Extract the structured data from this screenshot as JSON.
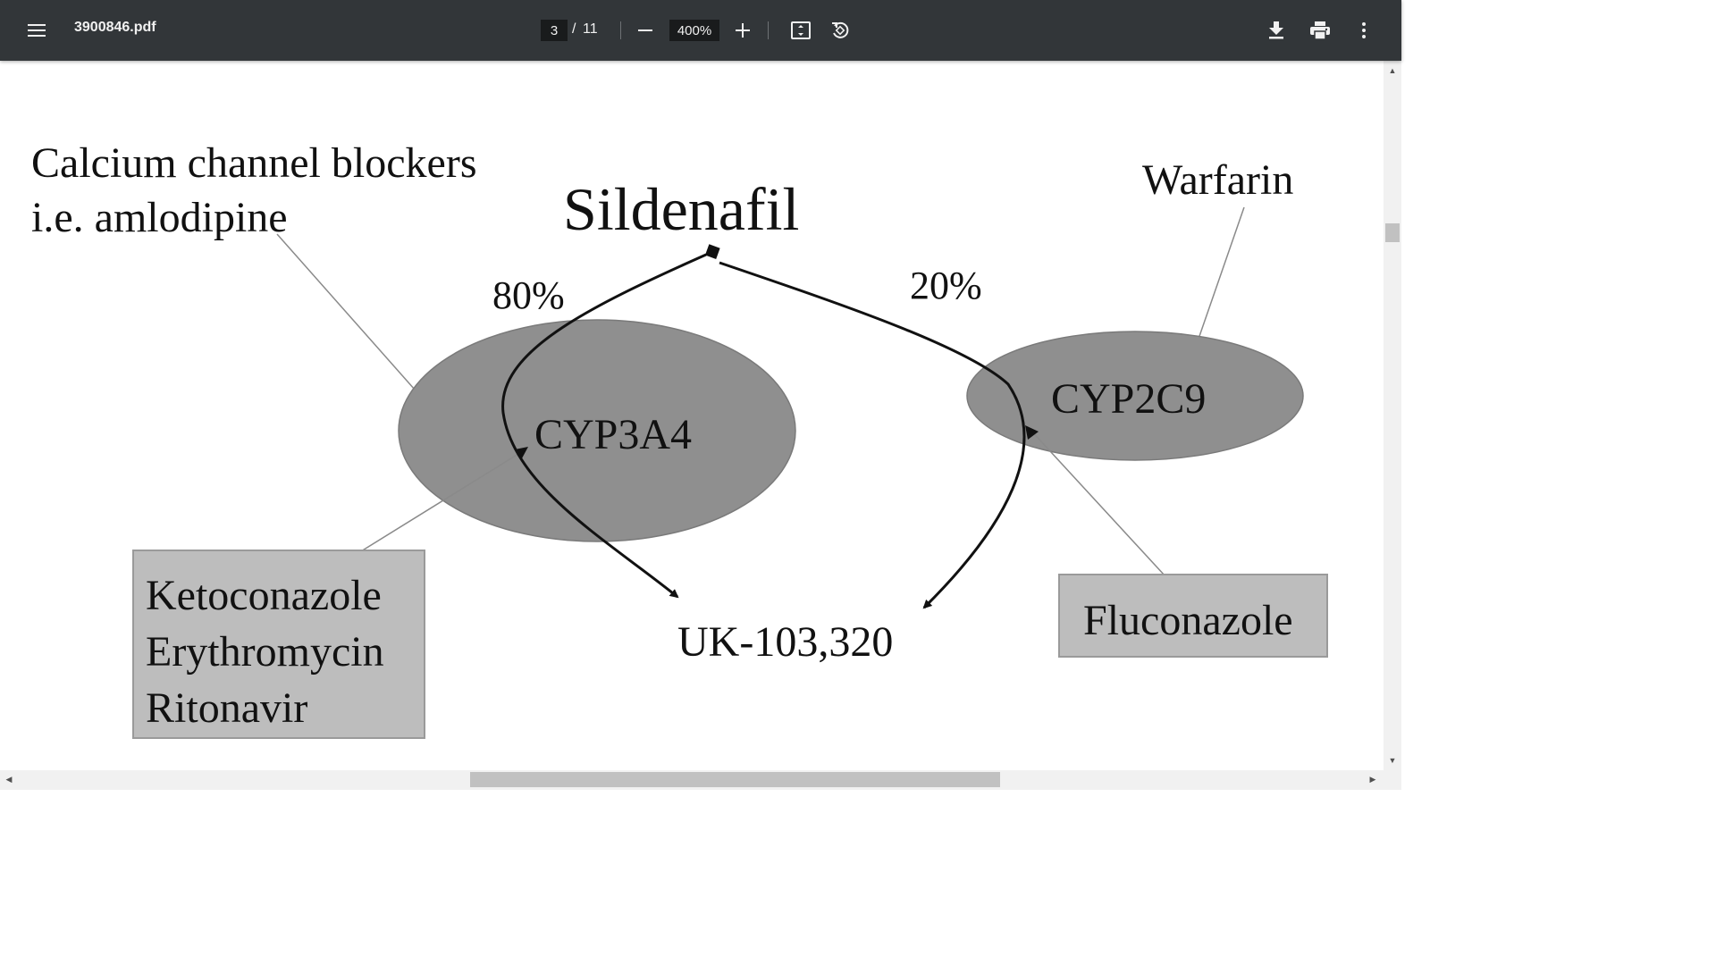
{
  "toolbar": {
    "file_name": "3900846.pdf",
    "current_page": "3",
    "page_separator": "/",
    "total_pages": "11",
    "zoom": "400%",
    "icons": {
      "menu": "menu-icon",
      "zoom_out": "minus-icon",
      "zoom_in": "plus-icon",
      "fit": "fit-page-icon",
      "rotate": "rotate-icon",
      "download": "download-icon",
      "print": "print-icon",
      "more": "more-vert-icon"
    },
    "colors": {
      "background": "#323639",
      "input_background": "#191b1c",
      "text": "#f1f1f1"
    }
  },
  "figure": {
    "calcium_line1": "Calcium channel blockers",
    "calcium_line2": "i.e. amlodipine",
    "center_drug": "Sildenafil",
    "pct_cyp3a4": "80%",
    "pct_cyp2c9": "20%",
    "warfarin": "Warfarin",
    "enzyme_cyp3a4": "CYP3A4",
    "enzyme_cyp2c9": "CYP2C9",
    "metabolite": "UK-103,320",
    "inhibitors_left": [
      "Ketoconazole",
      "Erythromycin",
      "Ritonavir"
    ],
    "inhibitor_right": "Fluconazole",
    "colors": {
      "ellipse": "#8f8f8f",
      "box": "#bdbdbd",
      "ink": "#111111"
    }
  },
  "scrollbars": {
    "vertical_position": 0.2,
    "horizontal_position": 0.35
  }
}
